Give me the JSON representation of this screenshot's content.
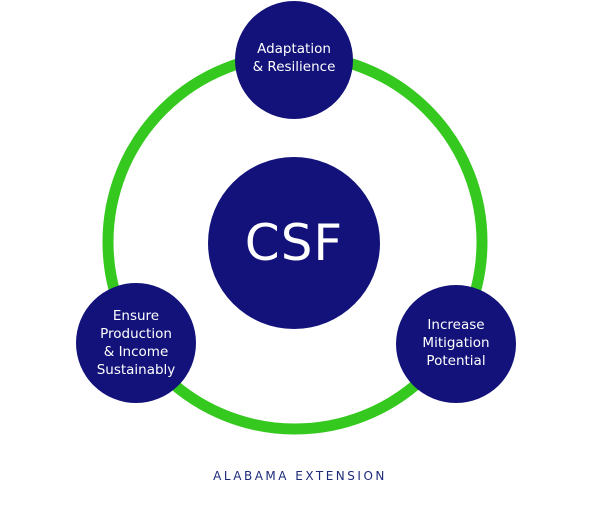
{
  "colors": {
    "ring": "#35c81e",
    "node": "#12127a",
    "text": "#ffffff",
    "footer": "#1d2a7a"
  },
  "center": {
    "label": "CSF"
  },
  "nodes": [
    {
      "label": "Adaptation\n& Resilience"
    },
    {
      "label": "Ensure\nProduction\n& Income\nSustainably"
    },
    {
      "label": "Increase\nMitigation\nPotential"
    }
  ],
  "footer": "ALABAMA EXTENSION"
}
